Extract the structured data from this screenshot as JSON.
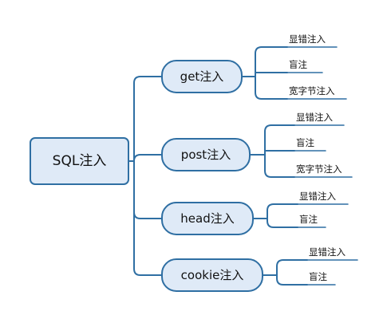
{
  "colors": {
    "line": "#2f6fa3",
    "node_fill": "#dfeaf7",
    "root_fill": "#dfeaf7",
    "node_stroke": "#2f6fa3"
  },
  "root": {
    "label": "SQL注入"
  },
  "branches": [
    {
      "label": "get注入",
      "leaves": [
        "显错注入",
        "盲注",
        "宽字节注入"
      ]
    },
    {
      "label": "post注入",
      "leaves": [
        "显错注入",
        "盲注",
        "宽字节注入"
      ]
    },
    {
      "label": "head注入",
      "leaves": [
        "显错注入",
        "盲注"
      ]
    },
    {
      "label": "cookie注入",
      "leaves": [
        "显错注入",
        "盲注"
      ]
    }
  ]
}
